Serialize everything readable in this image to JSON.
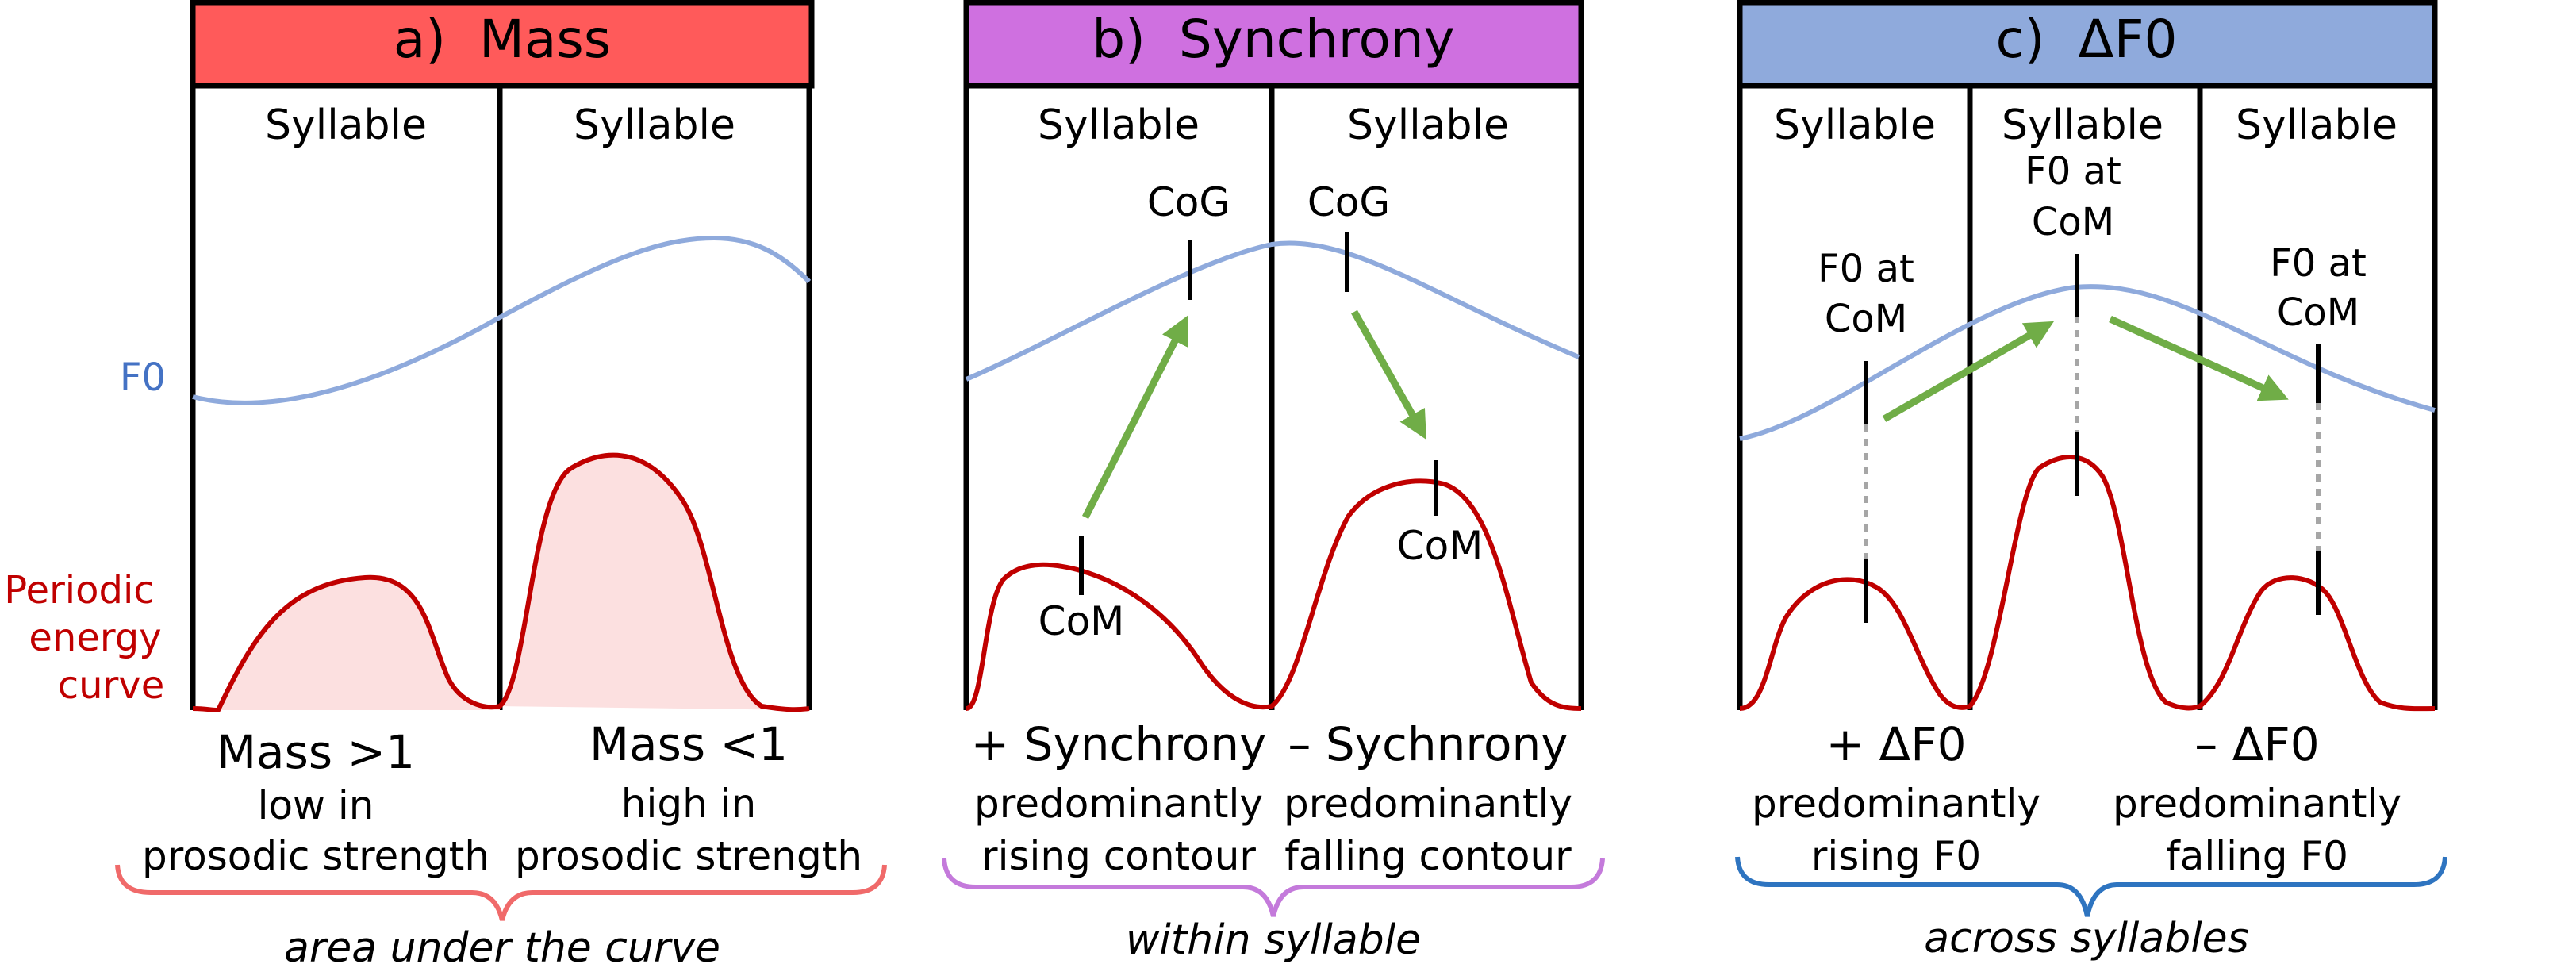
{
  "panels": [
    {
      "title": "a)  Mass",
      "header_color": "#FF5A5A",
      "syllables": [
        "Syllable",
        "Syllable"
      ],
      "descriptions": [
        [
          "Mass >1",
          "low in",
          "prosodic strength"
        ],
        [
          "Mass <1",
          "high in",
          "prosodic strength"
        ]
      ],
      "brace_color": "#F06A6A",
      "caption": "area under the curve"
    },
    {
      "title": "b)  Synchrony",
      "header_color": "#CF70E0",
      "syllables": [
        "Syllable",
        "Syllable"
      ],
      "cog_labels": [
        "CoG",
        "CoG"
      ],
      "com_labels": [
        "CoM",
        "CoM"
      ],
      "descriptions": [
        [
          "+ Synchrony",
          "predominantly",
          "rising contour"
        ],
        [
          "– Sychnrony",
          "predominantly",
          "falling contour"
        ]
      ],
      "brace_color": "#C47ADB",
      "caption": "within syllable"
    },
    {
      "title": "c)  ΔF0",
      "header_color": "#8FAADC",
      "syllables": [
        "Syllable",
        "Syllable",
        "Syllable"
      ],
      "f0_at_com_labels": [
        [
          "F0 at",
          "CoM"
        ],
        [
          "F0 at",
          "CoM"
        ],
        [
          "F0 at",
          "CoM"
        ]
      ],
      "descriptions": [
        [
          "+ ΔF0",
          "predominantly",
          "rising F0"
        ],
        [
          "– ΔF0",
          "predominantly",
          "falling F0"
        ]
      ],
      "brace_color": "#2E74C0",
      "caption": "across syllables"
    }
  ],
  "side_labels": {
    "f0": "F0",
    "energy": [
      "Periodic",
      "energy",
      "curve"
    ]
  },
  "colors": {
    "f0_curve": "#8FAADC",
    "energy_curve": "#C00000",
    "energy_fill": "#FCE0E0",
    "arrow": "#70AD47",
    "dotted": "#A6A6A6",
    "f0_label": "#4472C4",
    "energy_label": "#C00000"
  }
}
